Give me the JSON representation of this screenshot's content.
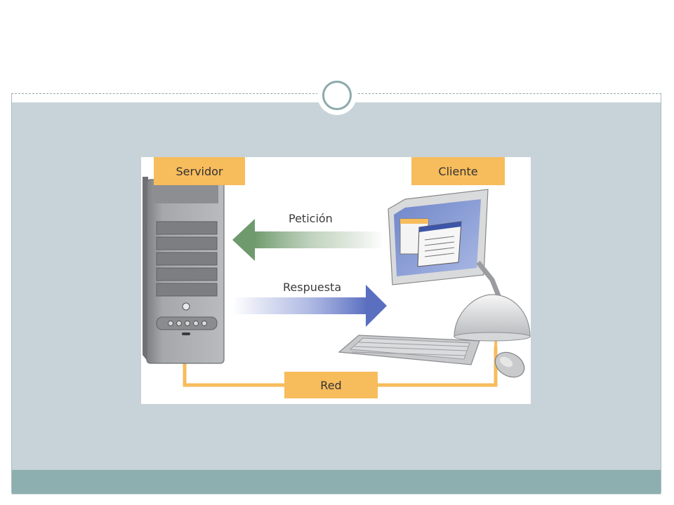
{
  "diagram": {
    "server_label": "Servidor",
    "client_label": "Cliente",
    "request_label": "Petición",
    "response_label": "Respuesta",
    "network_label": "Red"
  },
  "colors": {
    "tag_fill": "#f7bc5c",
    "network_line": "#f7bc5c",
    "request_arrow": "#7fa37a",
    "response_arrow": "#6b7fc6",
    "content_background": "#c7d3d8",
    "footer_bar": "#8eafaf"
  },
  "icons": [
    "server-tower-icon",
    "monitor-icon",
    "keyboard-icon",
    "mouse-icon",
    "dome-base-icon"
  ]
}
